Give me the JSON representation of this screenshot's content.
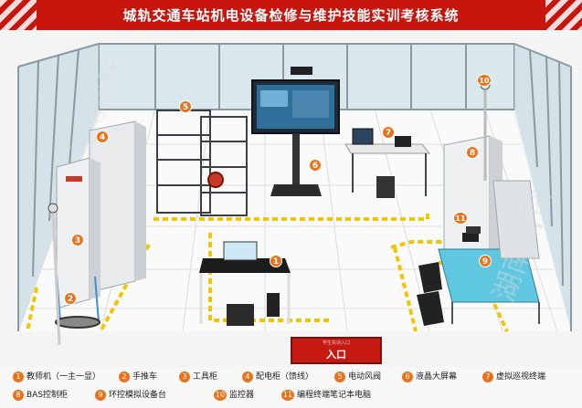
{
  "title": "城轨交通车站机电设备检修与维护技能实训考核系统",
  "watermark": "湖南高铁",
  "entrance": {
    "top_text": "学生实训入口",
    "label": "入口"
  },
  "colors": {
    "banner": "#c8160e",
    "badge": "#e9731b",
    "floor_line": "#f2c500",
    "counter": "#5fc7e0"
  },
  "markers": [
    {
      "n": "1"
    },
    {
      "n": "2"
    },
    {
      "n": "3"
    },
    {
      "n": "4"
    },
    {
      "n": "5"
    },
    {
      "n": "6"
    },
    {
      "n": "7"
    },
    {
      "n": "8"
    },
    {
      "n": "9"
    },
    {
      "n": "10"
    },
    {
      "n": "11"
    }
  ],
  "legend": [
    {
      "n": "1",
      "label": "教师机（一主一显）"
    },
    {
      "n": "2",
      "label": "手推车"
    },
    {
      "n": "3",
      "label": "工具柜"
    },
    {
      "n": "4",
      "label": "配电柜（馈线）"
    },
    {
      "n": "5",
      "label": "电动风阀"
    },
    {
      "n": "6",
      "label": "液晶大屏幕"
    },
    {
      "n": "7",
      "label": "虚拟巡视终端"
    },
    {
      "n": "8",
      "label": "BAS控制柜"
    },
    {
      "n": "9",
      "label": "环控模拟设备台"
    },
    {
      "n": "10",
      "label": "监控器"
    },
    {
      "n": "11",
      "label": "编程终端笔记本电脑"
    }
  ]
}
